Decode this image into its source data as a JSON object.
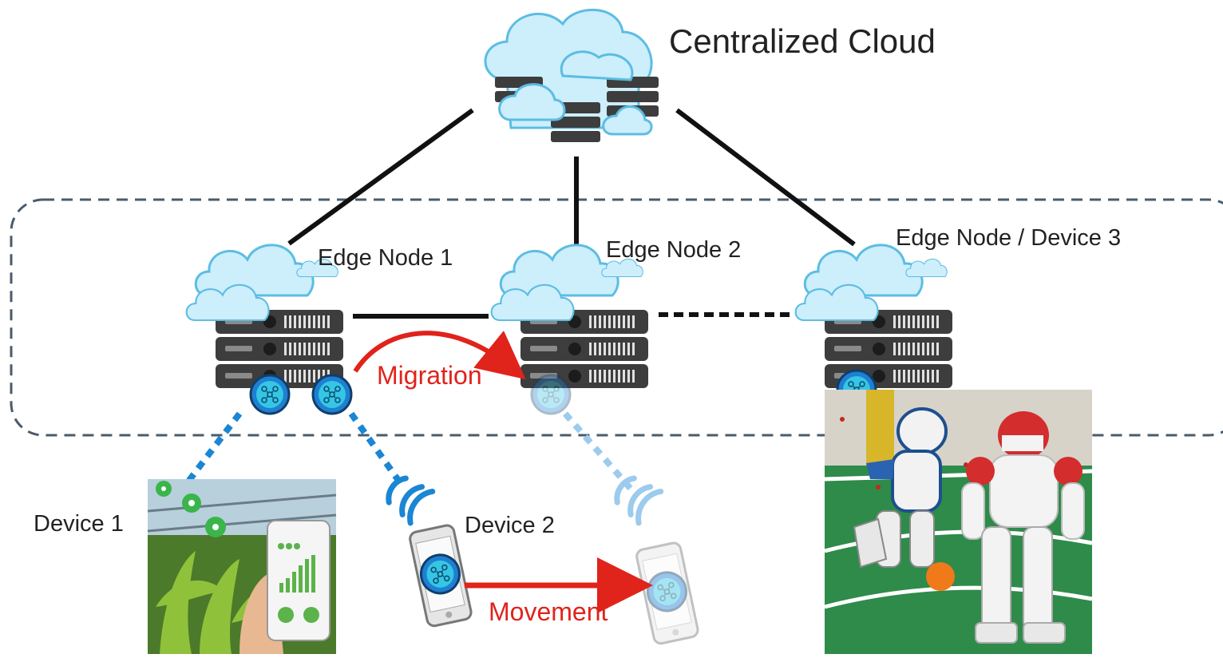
{
  "cloud": {
    "label": "Centralized Cloud",
    "icon": "cloud-server-icon"
  },
  "edge_nodes": [
    {
      "label": "Edge Node 1"
    },
    {
      "label": "Edge Node 2"
    },
    {
      "label": "Edge Node / Device 3"
    }
  ],
  "devices": [
    {
      "label": "Device 1"
    },
    {
      "label": "Device 2"
    }
  ],
  "arrows": {
    "migration": "Migration",
    "movement": "Movement"
  },
  "colors": {
    "cloud_fill": "#cdeefb",
    "cloud_stroke": "#5bbde3",
    "server": "#3d3d3d",
    "line": "#111111",
    "arrow": "#e0231b",
    "wireless": "#1a86d4",
    "boundary": "#4a5b6b",
    "field_green": "#2e8b4a"
  }
}
